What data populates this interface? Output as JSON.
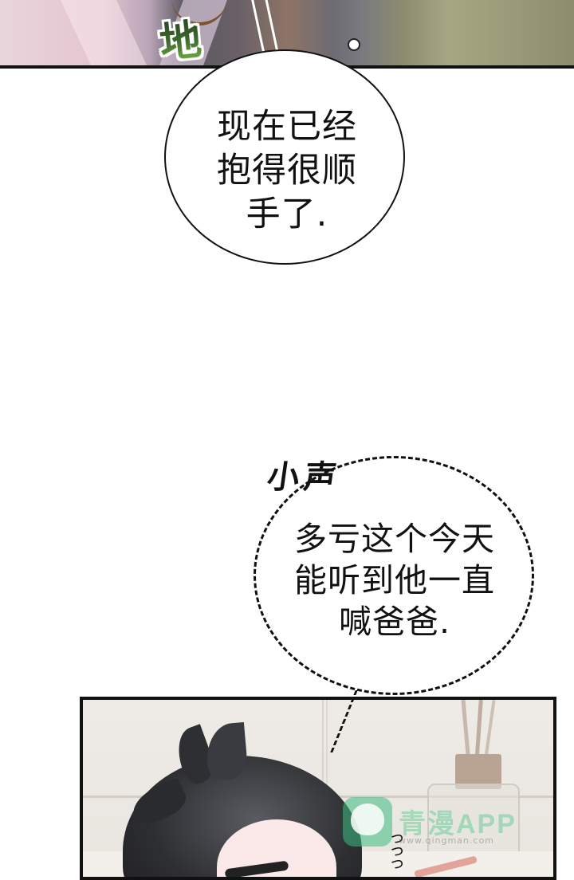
{
  "comic": {
    "top_panel": {
      "sfx": "地"
    },
    "speech_bubble_1": {
      "lines": [
        "现在已经",
        "抱得很顺",
        "手了."
      ]
    },
    "whisper": {
      "label": "小声",
      "lines": [
        "多亏这个今天",
        "能听到他一直",
        "喊爸爸."
      ]
    },
    "bottom_panel": {
      "sfx": "っっっ"
    },
    "watermark": {
      "brand": "青漫APP",
      "url": "www.qingman.com"
    }
  },
  "colors": {
    "panel_border": "#111111",
    "watermark_green": "#3cbe82",
    "sfx_green": "#3d6a2d"
  }
}
